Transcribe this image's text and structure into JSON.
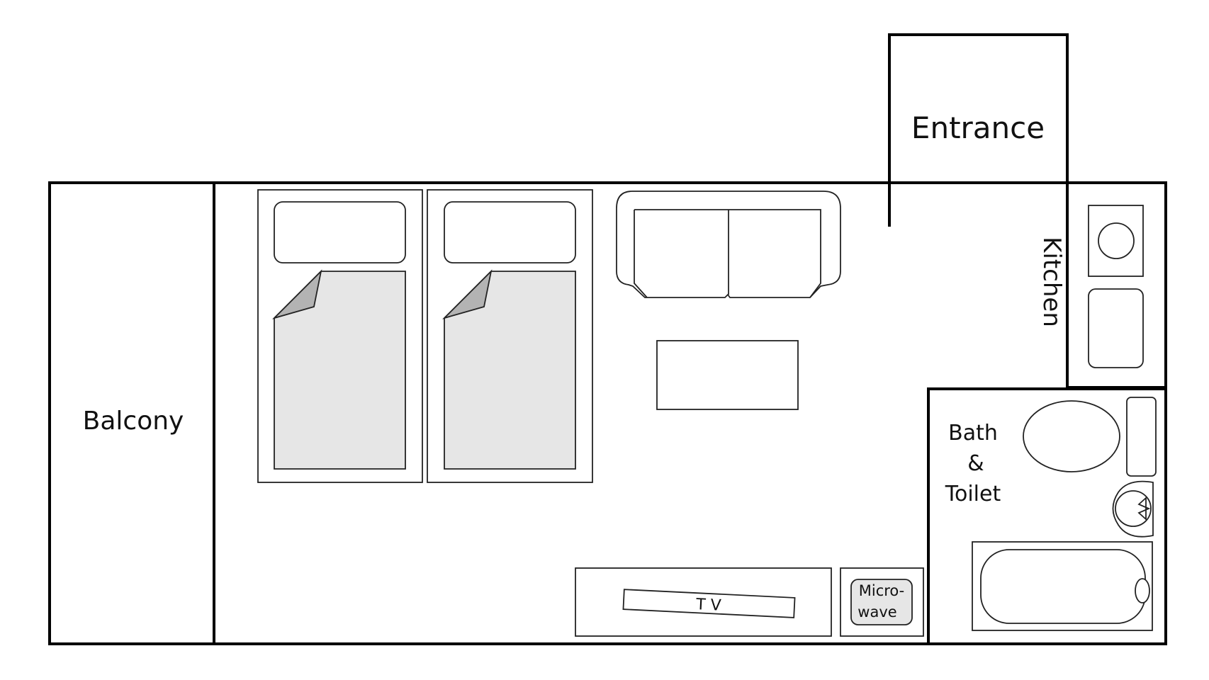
{
  "floorplan": {
    "rooms": {
      "balcony": "Balcony",
      "entrance": "Entrance",
      "kitchen": "Kitchen",
      "bath_line1": "Bath",
      "bath_line2": "&",
      "bath_line3": "Toilet"
    },
    "furniture": {
      "tv": "T V",
      "microwave_line1": "Micro-",
      "microwave_line2": "wave"
    }
  }
}
